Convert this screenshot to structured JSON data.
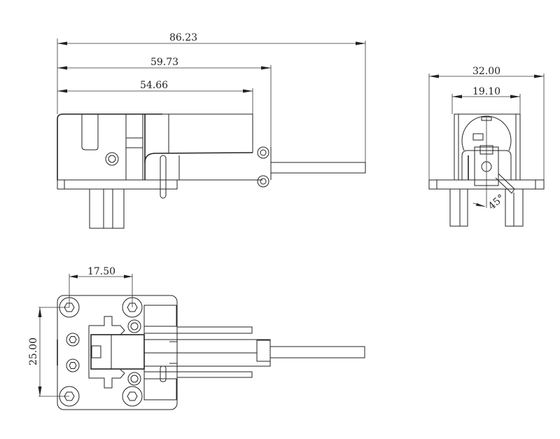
{
  "drawing": {
    "side_view": {
      "dimensions": [
        "86.23",
        "59.73",
        "54.66"
      ]
    },
    "front_view": {
      "dimensions": [
        "32.00",
        "19.10"
      ],
      "angle": "45°"
    },
    "top_view": {
      "dimensions": [
        "17.50",
        "25.00"
      ]
    },
    "line_color": "#222222",
    "background": "#ffffff"
  }
}
